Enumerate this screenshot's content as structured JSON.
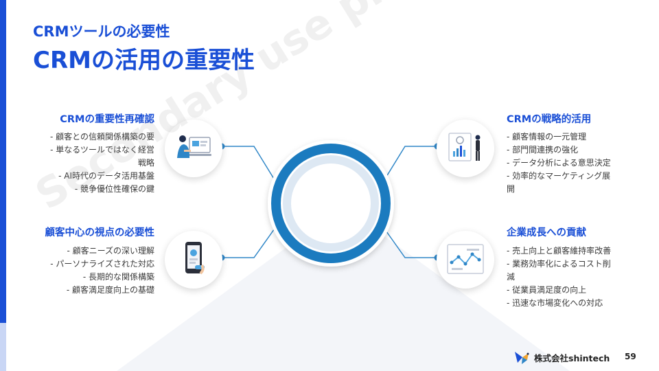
{
  "header": {
    "subtitle": "CRMツールの必要性",
    "title": "CRMの活用の重要性"
  },
  "sections": {
    "top_left": {
      "heading": "CRMの重要性再確認",
      "items": [
        "- 顧客との信頼関係構築の要",
        "- 単なるツールではなく経営",
        "戦略",
        "- AI時代のデータ活用基盤",
        "- 競争優位性確保の鍵"
      ]
    },
    "bottom_left": {
      "heading": "顧客中心の視点の必要性",
      "items": [
        "- 顧客ニーズの深い理解",
        "- パーソナライズされた対応",
        "- 長期的な関係構築",
        "- 顧客満足度向上の基礎"
      ]
    },
    "top_right": {
      "heading": "CRMの戦略的活用",
      "items": [
        "- 顧客情報の一元管理",
        "- 部門間連携の強化",
        "- データ分析による意思決定",
        "- 効率的なマーケティング展",
        "開"
      ]
    },
    "bottom_right": {
      "heading": "企業成長への貢献",
      "items": [
        "- 売上向上と顧客維持率改善",
        "- 業務効率化によるコスト削",
        "減",
        "- 従業員満足度の向上",
        "- 迅速な市場変化への対応"
      ]
    }
  },
  "icons": {
    "top_left": "person-at-computer-icon",
    "bottom_left": "mobile-phone-icon",
    "top_right": "analytics-report-icon",
    "bottom_right": "process-flow-icon"
  },
  "watermark": "Secondary use prohibited ©shintech Co.,Ltd",
  "footer": {
    "company": "株式会社shintech",
    "page_number": "59"
  },
  "colors": {
    "primary": "#1a4fd6",
    "ring": "#1b7bbf",
    "connector": "#2f86c7"
  }
}
